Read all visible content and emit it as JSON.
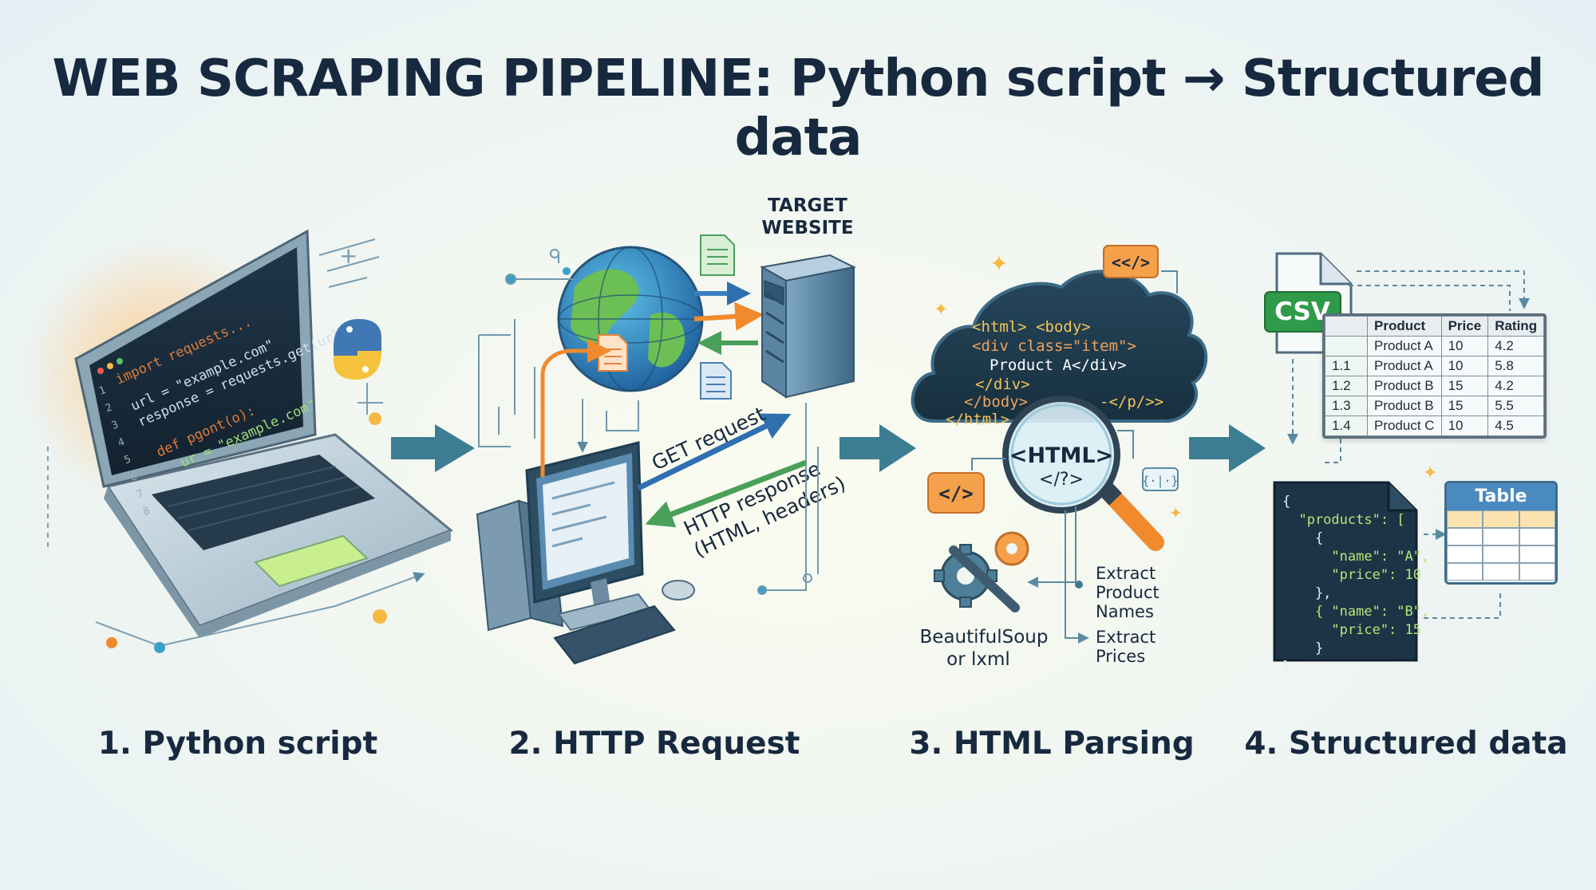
{
  "title": "WEB SCRAPING PIPELINE: Python script → Structured data",
  "steps": [
    {
      "label": "1. Python script"
    },
    {
      "label": "2. HTTP Request"
    },
    {
      "label": "3. HTML Parsing"
    },
    {
      "label": "4. Structured data"
    }
  ],
  "step1": {
    "line_numbers": [
      "1",
      "2",
      "3",
      "4",
      "5",
      "6",
      "7",
      "8"
    ],
    "code": {
      "l1": "import requests...",
      "l2": "url = \"example.com\"",
      "l3": "response = requests.get(url)",
      "l4": "def pgont(o):",
      "l5": "ur = \"example.com\"",
      "l6": "..."
    }
  },
  "step2": {
    "target_website": [
      "TARGET",
      "WEBSITE"
    ],
    "get_request": "GET request",
    "http_response": [
      "HTTP response",
      "(HTML, headers)"
    ]
  },
  "step3": {
    "tag_badge": "<</>",
    "cloud_code": [
      "<html> <body>",
      "<div class=\"item\">",
      "Product A</div>",
      "</div>",
      "</body>",
      "</html>"
    ],
    "cloud_code_extra": "-</p/>>",
    "magnifier_text": [
      "<HTML>",
      "</?>"
    ],
    "code_icon": "</>",
    "small_icon": "{·|·}",
    "parser": [
      "BeautifulSoup",
      "or lxml"
    ],
    "extract_names": [
      "Extract",
      "Product",
      "Names"
    ],
    "extract_prices": [
      "Extract",
      "Prices"
    ]
  },
  "step4": {
    "csv_label": "CSV",
    "table": {
      "headers": [
        "",
        "Product",
        "Price",
        "Rating"
      ],
      "rows": [
        [
          "",
          "Product A",
          "10",
          "4.2"
        ],
        [
          "1.1",
          "Product A",
          "10",
          "5.8"
        ],
        [
          "1.2",
          "Product B",
          "15",
          "4.2"
        ],
        [
          "1.3",
          "Product B",
          "15",
          "5.5"
        ],
        [
          "1.4",
          "Product C",
          "10",
          "4.5"
        ]
      ]
    },
    "json_lines": [
      "{",
      "  \"products\": [",
      "    {",
      "      \"name\": \"A\",",
      "      \"price\": 10",
      "    },",
      "    { \"name\": \"B\",",
      "      \"price\": 15",
      "    }",
      "}"
    ],
    "table_icon_label": "Table"
  },
  "colors": {
    "ink": "#17293f",
    "teal_arrow": "#3d7d92",
    "get_arrow": "#2f6fb0",
    "response_arrow": "#4aa05a",
    "orange": "#f08a2c",
    "csv_green": "#2f9a4a"
  }
}
